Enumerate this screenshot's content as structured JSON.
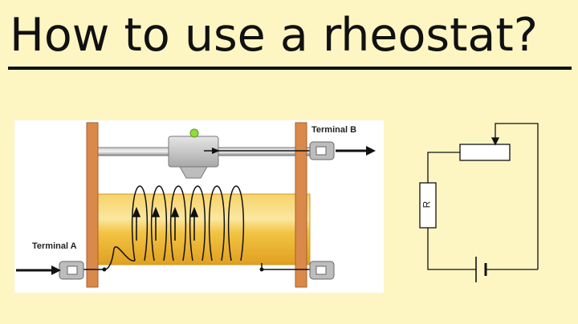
{
  "title": "How to use a rheostat?",
  "diagram": {
    "terminal_a": "Terminal A",
    "terminal_b": "Terminal B"
  },
  "circuit": {
    "resistor_label": "R"
  },
  "colors": {
    "background": "#fdf6c3",
    "coil_body": "#f2c343",
    "post": "#d98a4a",
    "rail": "#9a9a9a",
    "slider_led": "#8fdc3a"
  }
}
